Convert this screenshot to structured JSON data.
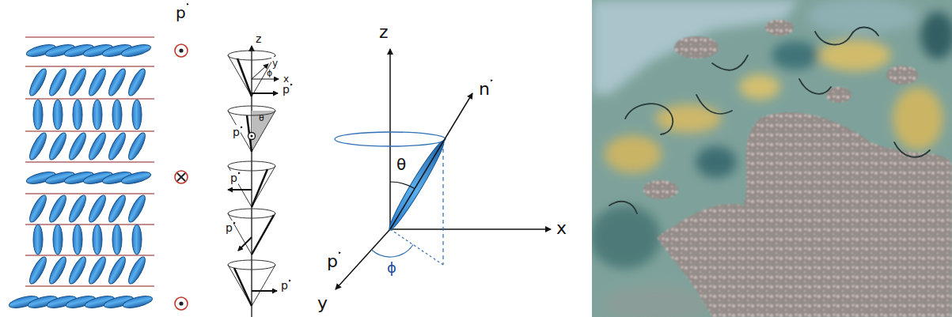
{
  "diagram": {
    "labels": [
      "p",
      "z",
      "y",
      "ϕ",
      "x",
      "p",
      "θ",
      "p",
      "p",
      "p",
      "p",
      "z",
      "n",
      "θ",
      "x",
      "p",
      "ϕ",
      "y"
    ]
  }
}
